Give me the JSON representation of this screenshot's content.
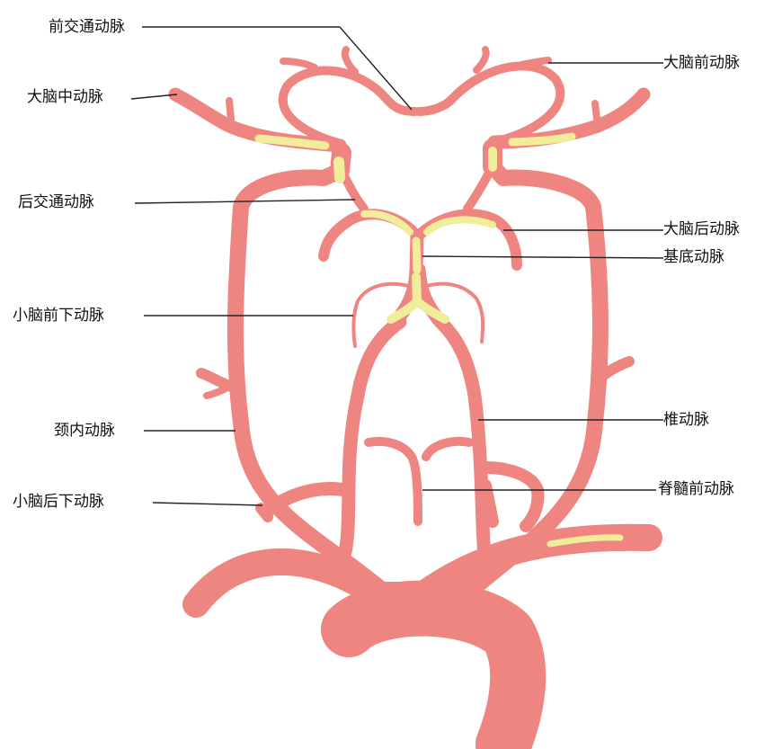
{
  "labels": {
    "acom": "前交通动脉",
    "aca": "大脑前动脉",
    "mca": "大脑中动脉",
    "pcom": "后交通动脉",
    "pca": "大脑后动脉",
    "basilar": "基底动脉",
    "aica": "小脑前下动脉",
    "ica": "颈内动脉",
    "vertebral": "椎动脉",
    "pica": "小脑后下动脉",
    "spinal": "脊髓前动脉"
  },
  "colors": {
    "artery": "#ee8580",
    "highlight": "#f0ee9a",
    "leader": "#222222"
  }
}
